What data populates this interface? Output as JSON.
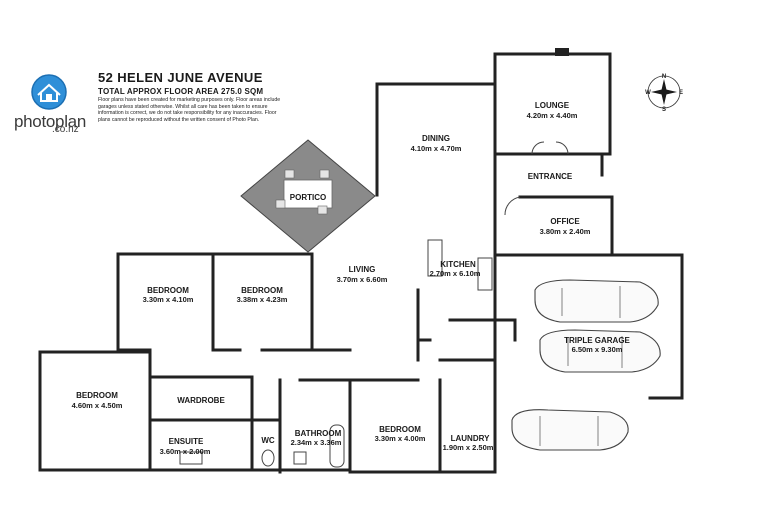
{
  "header": {
    "address": "52 HELEN JUNE AVENUE",
    "area": "TOTAL APPROX FLOOR AREA 275.0 SQM",
    "disclaimer": "Floor plans have been created for marketing purposes only. Floor areas include garages unless stated otherwise. Whilst all care has been taken to ensure information is correct, we do not take responsibility for any inaccuracies. Floor plans cannot be reproduced without the written consent of Photo Plan."
  },
  "logo": {
    "name": "photoplan",
    "sub": ".co.nz",
    "icon": "house-globe-icon"
  },
  "compass": {
    "n": "N",
    "s": "S",
    "e": "E",
    "w": "W"
  },
  "rooms": {
    "lounge": {
      "name": "LOUNGE",
      "dims": "4.20m  x 4.40m"
    },
    "dining": {
      "name": "DINING",
      "dims": "4.10m  x 4.70m"
    },
    "entrance": {
      "name": "ENTRANCE"
    },
    "portico": {
      "name": "PORTICO"
    },
    "office": {
      "name": "OFFICE",
      "dims": "3.80m  x 2.40m"
    },
    "kitchen": {
      "name": "KITCHEN",
      "dims": "2.70m  x 6.10m"
    },
    "living": {
      "name": "LIVING",
      "dims": "3.70m  x 6.60m"
    },
    "bedroom1": {
      "name": "BEDROOM",
      "dims": "3.30m  x 4.10m"
    },
    "bedroom2": {
      "name": "BEDROOM",
      "dims": "3.38m  x 4.23m"
    },
    "garage": {
      "name": "TRIPLE GARAGE",
      "dims": "6.50m  x 9.30m"
    },
    "master": {
      "name": "BEDROOM",
      "dims": "4.60m  x 4.50m"
    },
    "wardrobe": {
      "name": "WARDROBE"
    },
    "ensuite": {
      "name": "ENSUITE",
      "dims": "3.60m  x 2.00m"
    },
    "wc": {
      "name": "WC"
    },
    "bathroom": {
      "name": "BATHROOM",
      "dims": "2.34m  x 3.36m"
    },
    "bedroom3": {
      "name": "BEDROOM",
      "dims": "3.30m  x 4.00m"
    },
    "laundry": {
      "name": "LAUNDRY",
      "dims": "1.90m  x 2.50m"
    }
  },
  "colors": {
    "wall": "#222222",
    "portico": "#8a8a8a",
    "logo": "#2f8fd8"
  }
}
